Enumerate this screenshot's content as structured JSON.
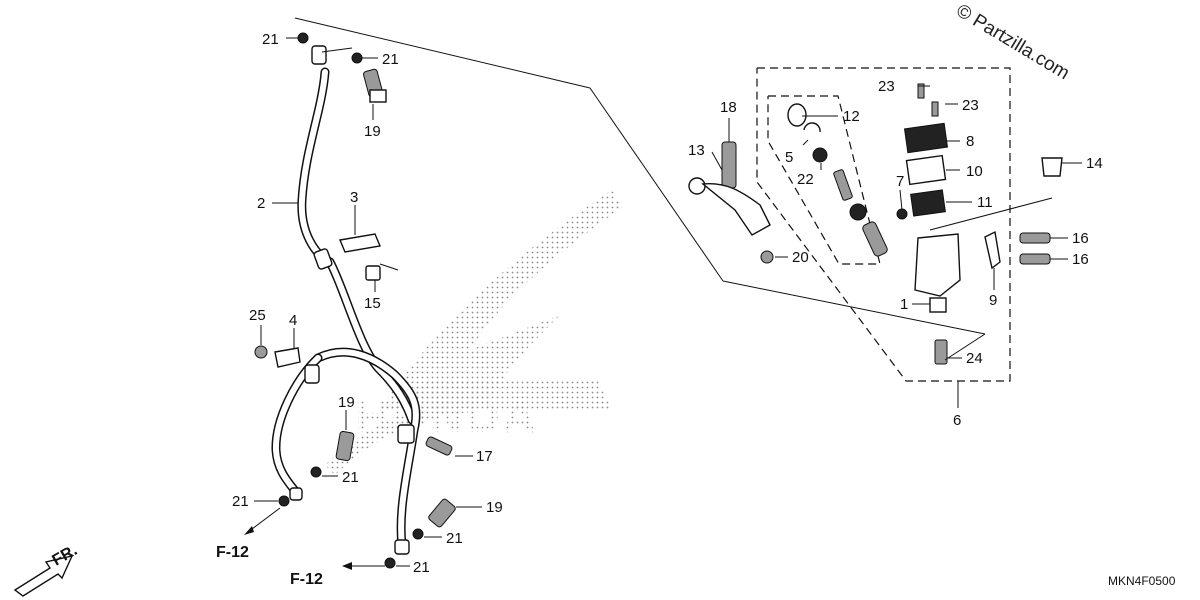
{
  "watermark": "© Partzilla.com",
  "diagram_code": "MKN4F0500",
  "direction_label": "FR.",
  "ref_labels": {
    "left": "F-12",
    "bottom": "F-12"
  },
  "background_brand": "HONDA",
  "callouts": {
    "c1": "1",
    "c2": "2",
    "c3": "3",
    "c4": "4",
    "c5": "5",
    "c6": "6",
    "c7": "7",
    "c8": "8",
    "c9": "9",
    "c10": "10",
    "c11": "11",
    "c12": "12",
    "c13": "13",
    "c14": "14",
    "c15": "15",
    "c16a": "16",
    "c16b": "16",
    "c17": "17",
    "c18": "18",
    "c19a": "19",
    "c19b": "19",
    "c19c": "19",
    "c20": "20",
    "c21a": "21",
    "c21b": "21",
    "c21c": "21",
    "c21d": "21",
    "c21e": "21",
    "c21f": "21",
    "c22": "22",
    "c23a": "23",
    "c23b": "23",
    "c24": "24",
    "c25": "25"
  }
}
